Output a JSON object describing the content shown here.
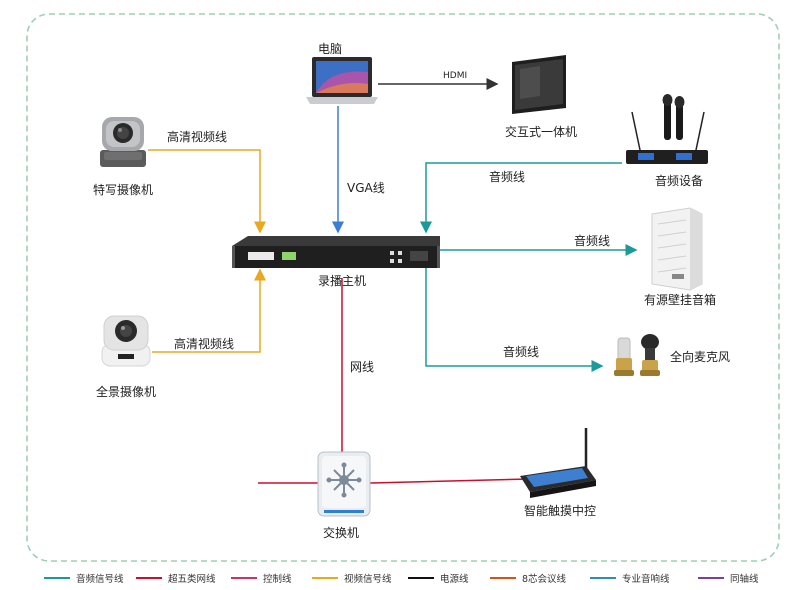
{
  "devices": {
    "computer": "电脑",
    "interactive_display": "交互式一体机",
    "audio_equipment": "音频设备",
    "closeup_camera": "特写摄像机",
    "recorder": "录播主机",
    "wall_speaker": "有源壁挂音箱",
    "panoramic_camera": "全景摄像机",
    "omni_mic": "全向麦克风",
    "switch": "交换机",
    "touch_control": "智能触摸中控"
  },
  "connections": {
    "hdmi": "HDMI",
    "vga": "VGA线",
    "hd_video_1": "高清视频线",
    "hd_video_2": "高清视频线",
    "audio_1": "音频线",
    "audio_2": "音频线",
    "audio_3": "音频线",
    "network": "网线"
  },
  "legend": [
    {
      "label": "音频信号线",
      "color": "#1a9b9a"
    },
    {
      "label": "超五类网线",
      "color": "#c8102e"
    },
    {
      "label": "控制线",
      "color": "#cc3366"
    },
    {
      "label": "视频信号线",
      "color": "#e8a820"
    },
    {
      "label": "电源线",
      "color": "#111111"
    },
    {
      "label": "8芯会议线",
      "color": "#d2541c"
    },
    {
      "label": "专业音响线",
      "color": "#2a8fb0"
    },
    {
      "label": "同轴线",
      "color": "#7a3fa0"
    }
  ],
  "colors": {
    "audio": "#1a9b9a",
    "network": "#c8102e",
    "video": "#e8a820",
    "vga": "#3a7fd5",
    "hdmi": "#333333",
    "frame": "#9ed0b3"
  }
}
